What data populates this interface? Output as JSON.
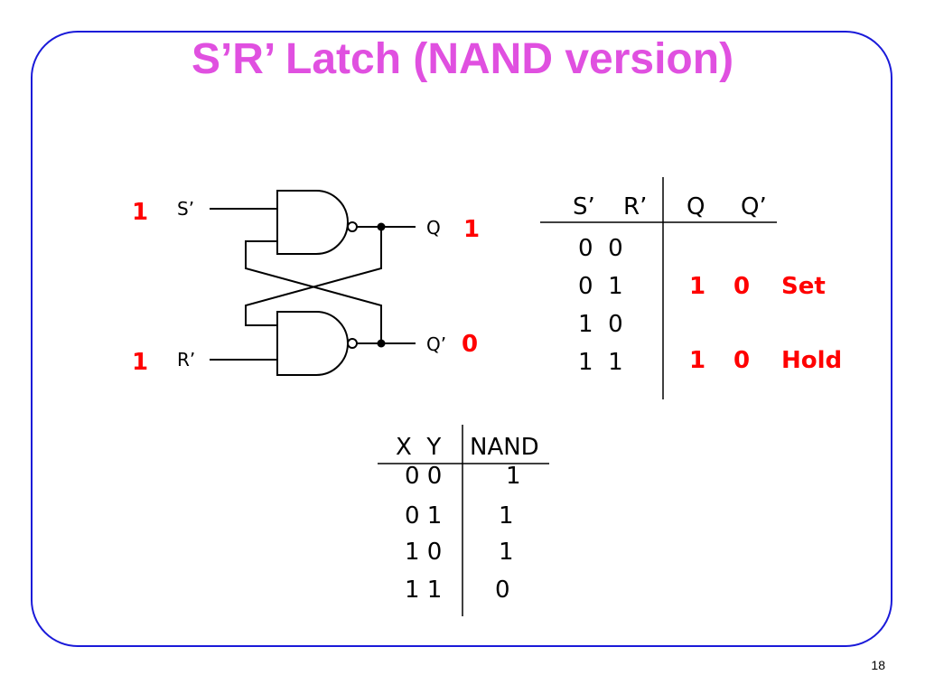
{
  "slide": {
    "title": "S’R’ Latch (NAND version)",
    "number": "18"
  },
  "circuit": {
    "s_label": "S’",
    "r_label": "R’",
    "q_label": "Q",
    "qbar_label": "Q’",
    "s_value": "1",
    "r_value": "1",
    "q_value": "1",
    "qbar_value": "0",
    "value_color": "#ff0000"
  },
  "latch_table": {
    "headers": [
      "S’",
      "R’",
      "Q",
      "Q’"
    ],
    "input_rows": [
      "0  0",
      "0  1",
      "1  0",
      "1  1"
    ],
    "annotations": [
      {
        "q": "1",
        "qbar": "0",
        "label": "Set"
      },
      {
        "q": "1",
        "qbar": "0",
        "label": "Hold"
      }
    ]
  },
  "nand_table": {
    "headers": [
      "X  Y",
      "NAND"
    ],
    "rows": [
      {
        "xy": "0 0",
        "out": "1"
      },
      {
        "xy": "0 1",
        "out": "1"
      },
      {
        "xy": "1 0",
        "out": "1"
      },
      {
        "xy": "1 1",
        "out": "0"
      }
    ]
  },
  "colors": {
    "title": "#e050e0",
    "frame": "#1a1ad9",
    "highlight": "#ff0000"
  }
}
